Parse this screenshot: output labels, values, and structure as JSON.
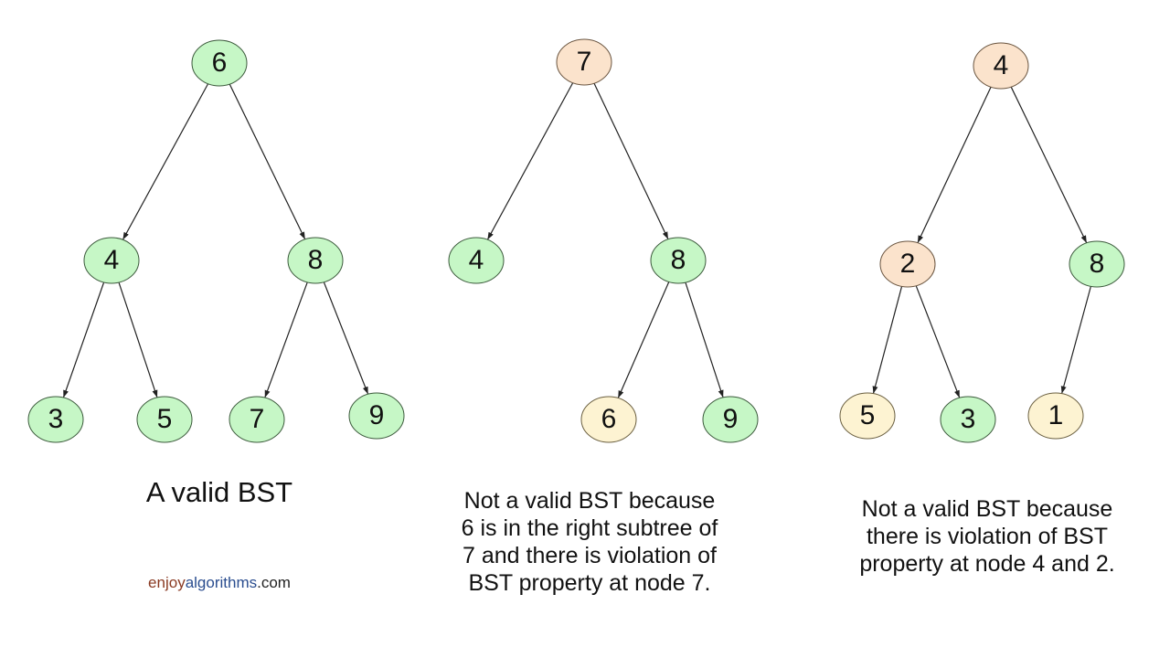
{
  "colors": {
    "valid_fill": "#c6f7c6",
    "valid_stroke": "#3c5a3c",
    "violating_fill": "#fbe3cc",
    "violating_stroke": "#6a5540",
    "misplaced_fill": "#fdf3d2",
    "misplaced_stroke": "#6a5f40",
    "edge": "#222222",
    "text": "#111111",
    "brand_enjoy": "#8a3a22",
    "brand_algorithms": "#2a4d8f",
    "brand_com": "#222222"
  },
  "trees": [
    {
      "caption": [
        "A valid BST"
      ],
      "nodes": [
        {
          "id": "t1-6",
          "label": "6",
          "status": "valid"
        },
        {
          "id": "t1-4",
          "label": "4",
          "status": "valid"
        },
        {
          "id": "t1-8",
          "label": "8",
          "status": "valid"
        },
        {
          "id": "t1-3",
          "label": "3",
          "status": "valid"
        },
        {
          "id": "t1-5",
          "label": "5",
          "status": "valid"
        },
        {
          "id": "t1-7",
          "label": "7",
          "status": "valid"
        },
        {
          "id": "t1-9",
          "label": "9",
          "status": "valid"
        }
      ],
      "edges": [
        [
          "t1-6",
          "t1-4"
        ],
        [
          "t1-6",
          "t1-8"
        ],
        [
          "t1-4",
          "t1-3"
        ],
        [
          "t1-4",
          "t1-5"
        ],
        [
          "t1-8",
          "t1-7"
        ],
        [
          "t1-8",
          "t1-9"
        ]
      ]
    },
    {
      "caption": [
        "Not a valid BST because",
        "6 is in the right subtree of",
        "7 and there is violation of",
        "BST property at node 7."
      ],
      "nodes": [
        {
          "id": "t2-7",
          "label": "7",
          "status": "violating"
        },
        {
          "id": "t2-4",
          "label": "4",
          "status": "valid"
        },
        {
          "id": "t2-8",
          "label": "8",
          "status": "valid"
        },
        {
          "id": "t2-6",
          "label": "6",
          "status": "misplaced"
        },
        {
          "id": "t2-9",
          "label": "9",
          "status": "valid"
        }
      ],
      "edges": [
        [
          "t2-7",
          "t2-4"
        ],
        [
          "t2-7",
          "t2-8"
        ],
        [
          "t2-8",
          "t2-6"
        ],
        [
          "t2-8",
          "t2-9"
        ]
      ]
    },
    {
      "caption": [
        "Not a valid BST because",
        "there is violation of BST",
        "property at node 4 and 2."
      ],
      "nodes": [
        {
          "id": "t3-4",
          "label": "4",
          "status": "violating"
        },
        {
          "id": "t3-2",
          "label": "2",
          "status": "violating"
        },
        {
          "id": "t3-8",
          "label": "8",
          "status": "valid"
        },
        {
          "id": "t3-5",
          "label": "5",
          "status": "misplaced"
        },
        {
          "id": "t3-3",
          "label": "3",
          "status": "valid"
        },
        {
          "id": "t3-1",
          "label": "1",
          "status": "misplaced"
        }
      ],
      "edges": [
        [
          "t3-4",
          "t3-2"
        ],
        [
          "t3-4",
          "t3-8"
        ],
        [
          "t3-2",
          "t3-5"
        ],
        [
          "t3-2",
          "t3-3"
        ],
        [
          "t3-8",
          "t3-1"
        ]
      ]
    }
  ],
  "brand": {
    "part1": "enjoy",
    "part2": "algorithms",
    "part3": ".com"
  }
}
